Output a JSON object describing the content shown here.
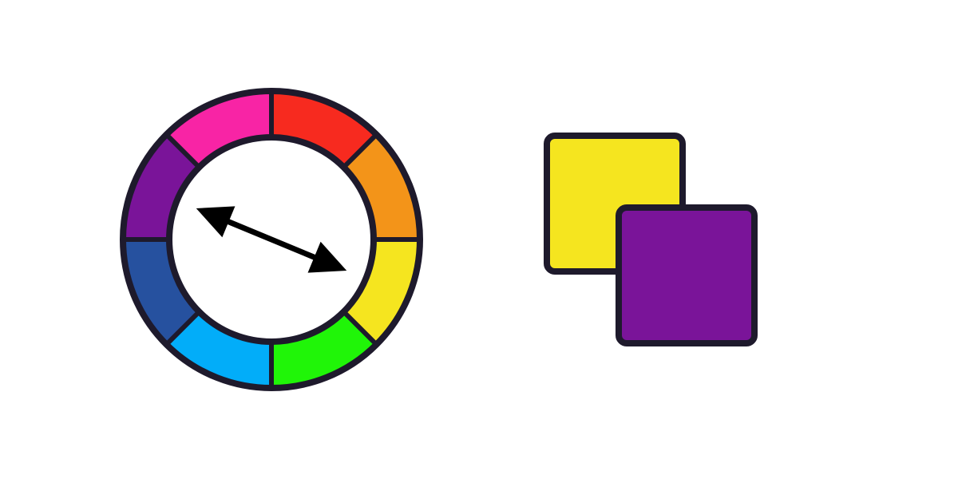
{
  "stroke_color": "#1e1a2c",
  "background_color": "#ffffff",
  "color_wheel": {
    "segments": [
      {
        "name": "red",
        "color": "#f72a1f"
      },
      {
        "name": "orange",
        "color": "#f39419"
      },
      {
        "name": "yellow",
        "color": "#f5e51f"
      },
      {
        "name": "green",
        "color": "#20f508"
      },
      {
        "name": "blue",
        "color": "#02adf9"
      },
      {
        "name": "indigo",
        "color": "#26519f"
      },
      {
        "name": "violet",
        "color": "#7a1499"
      },
      {
        "name": "magenta",
        "color": "#f824a5"
      }
    ],
    "indicator": {
      "icon": "double-headed-arrow-icon",
      "from_segment": "violet",
      "to_segment": "yellow",
      "color": "#000000"
    }
  },
  "swatches": [
    {
      "name": "yellow",
      "color": "#f5e51f",
      "layer": "back"
    },
    {
      "name": "violet",
      "color": "#7a1499",
      "layer": "front"
    }
  ]
}
